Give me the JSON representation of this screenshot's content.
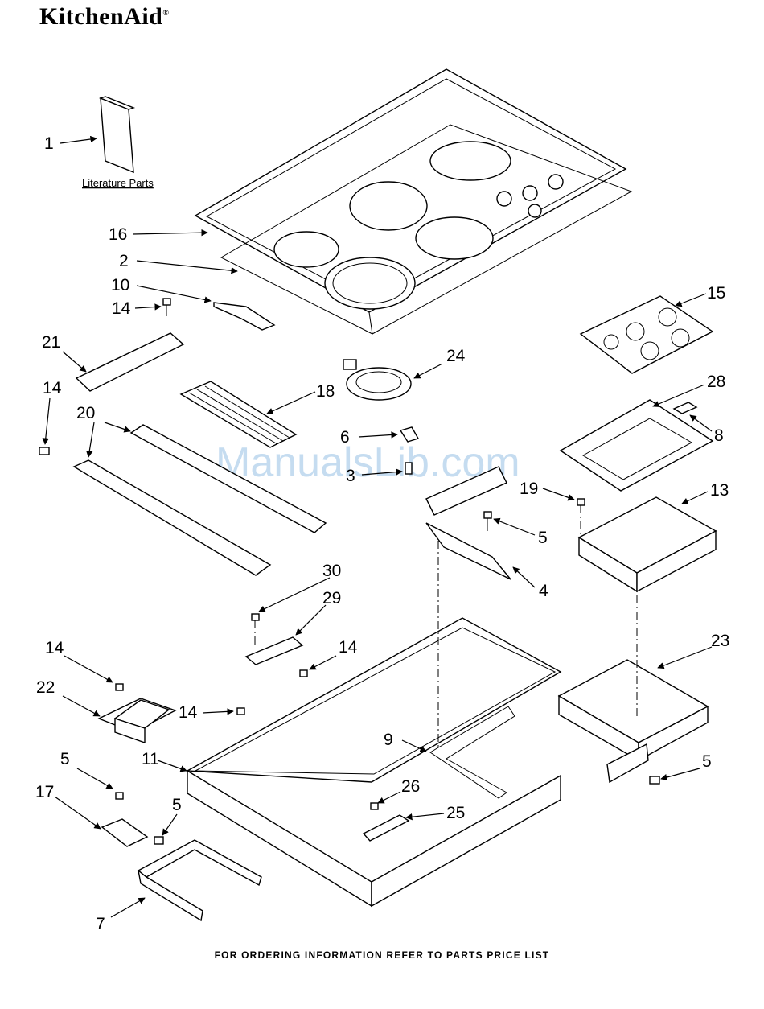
{
  "brand": {
    "name": "KitchenAid",
    "mark": "®"
  },
  "literature_label": "Literature Parts",
  "watermark": "ManualsLib.com",
  "footer": "FOR ORDERING INFORMATION REFER TO PARTS PRICE LIST",
  "callouts": {
    "c1": "1",
    "c16": "16",
    "c2": "2",
    "c10": "10",
    "c14a": "14",
    "c21": "21",
    "c14b": "14",
    "c20": "20",
    "c18": "18",
    "c24": "24",
    "c15": "15",
    "c28": "28",
    "c8": "8",
    "c6": "6",
    "c3": "3",
    "c19": "19",
    "c13": "13",
    "c5a": "5",
    "c4": "4",
    "c30": "30",
    "c29": "29",
    "c14c": "14",
    "c14d": "14",
    "c22": "22",
    "c14e": "14",
    "c23": "23",
    "c9": "9",
    "c11": "11",
    "c5b": "5",
    "c26": "26",
    "c25": "25",
    "c17": "17",
    "c5c": "5",
    "c7": "7",
    "c5d": "5"
  }
}
